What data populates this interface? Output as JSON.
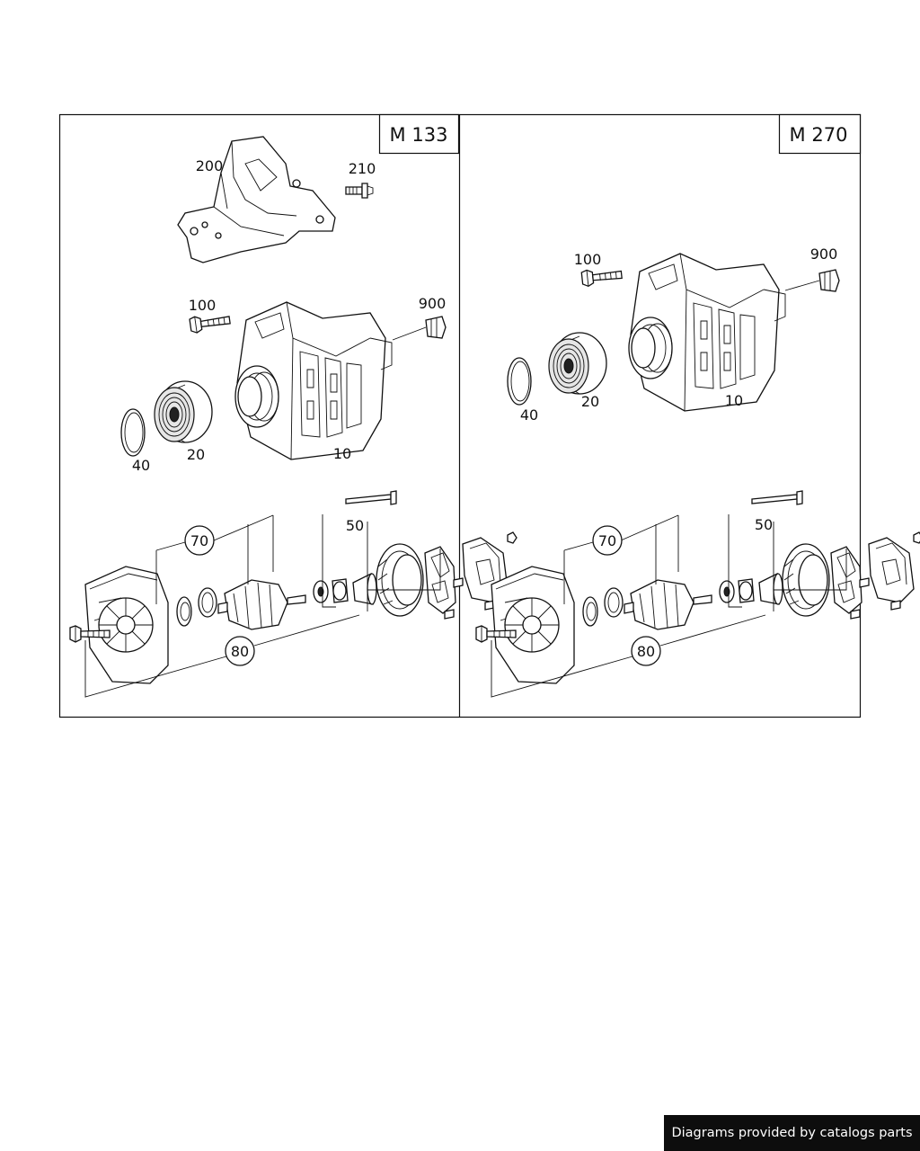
{
  "panels": [
    {
      "tag": "M 133",
      "labels": {
        "p200": "200",
        "p210": "210",
        "p100": "100",
        "p900": "900",
        "p40": "40",
        "p20": "20",
        "p10": "10",
        "p70": "70",
        "p50": "50",
        "p80": "80"
      }
    },
    {
      "tag": "M 270",
      "labels": {
        "p100": "100",
        "p900": "900",
        "p40": "40",
        "p20": "20",
        "p10": "10",
        "p70": "70",
        "p50": "50",
        "p80": "80"
      }
    }
  ],
  "footer": {
    "text": "Diagrams provided by catalogs parts"
  }
}
